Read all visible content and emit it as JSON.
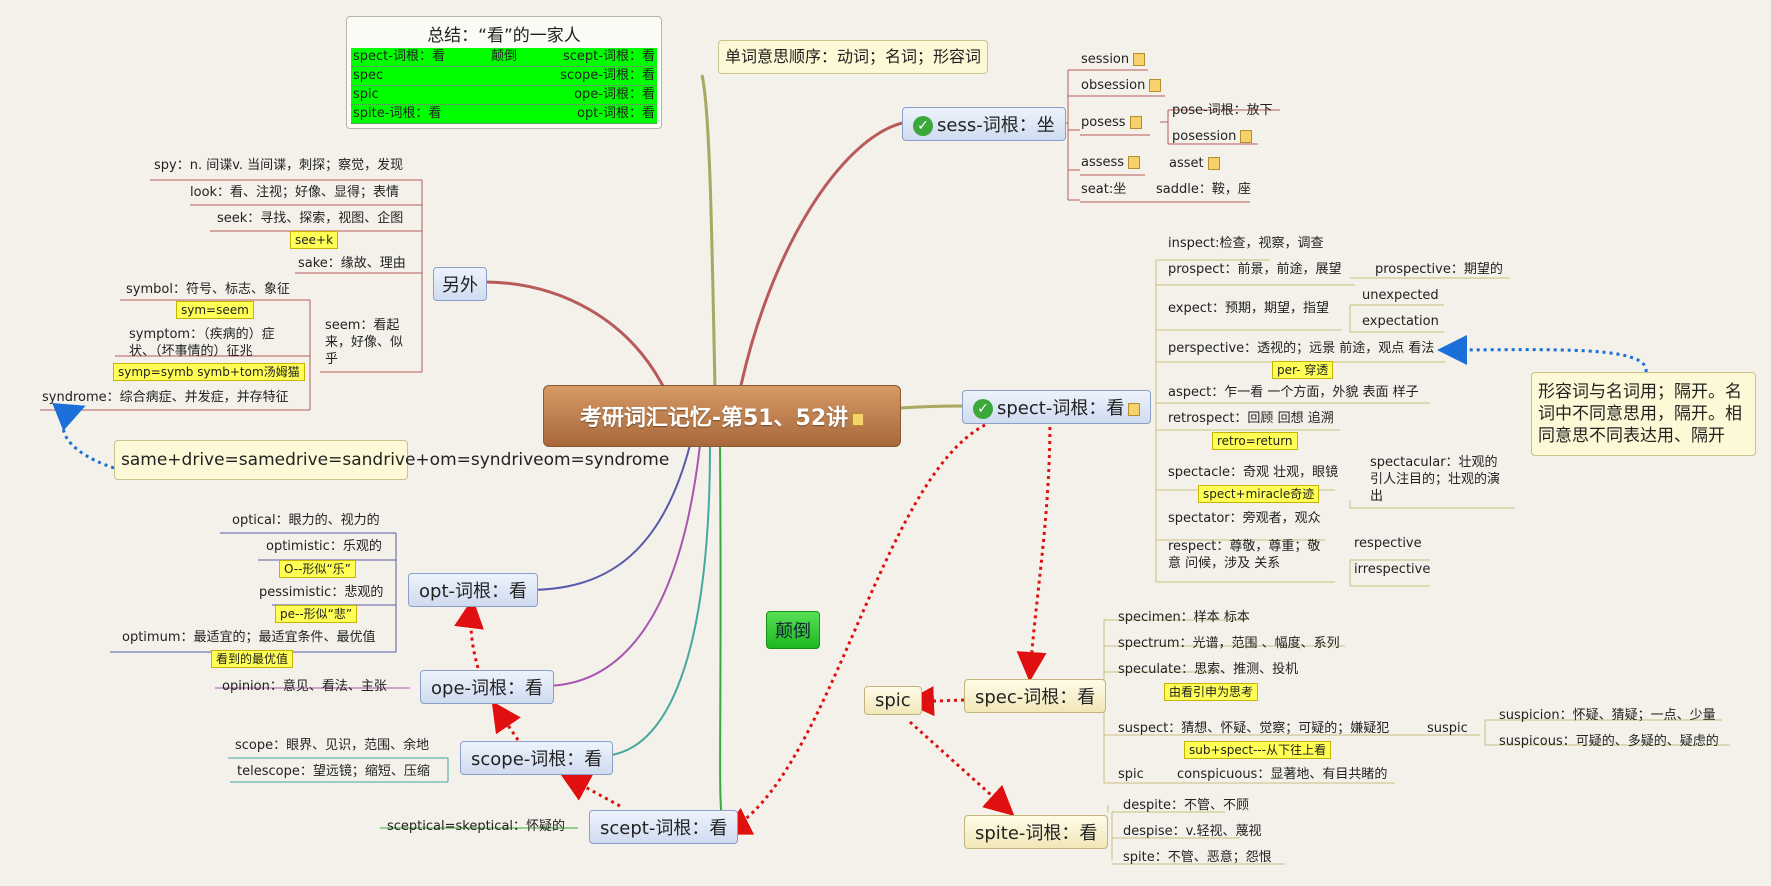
{
  "center": {
    "title": "考研词汇记忆-第51、52讲"
  },
  "summary": {
    "title": "总结：“看”的一家人",
    "rows": [
      {
        "left": "spect-词根：看",
        "mid": "颠倒",
        "right": "scept-词根：看"
      },
      {
        "left": "spec",
        "mid": "",
        "right": "scope-词根：看"
      },
      {
        "left": "spic",
        "mid": "",
        "right": "ope-词根：看"
      },
      {
        "left": "spite-词根：看",
        "mid": "",
        "right": "opt-词根：看"
      }
    ]
  },
  "order_note": "单词意思顺序：动词；名词；形容词",
  "sess": {
    "label": "sess-词根：坐",
    "children": {
      "session": "session",
      "obsession": "obsession",
      "posess": "posess",
      "pose_root": "pose-词根：放下",
      "posession": "posession",
      "assess": "assess",
      "asset": "asset",
      "seat": "seat:坐",
      "saddle": "saddle：鞍，座"
    }
  },
  "spect": {
    "label": "spect-词根：看",
    "children": {
      "inspect": "inspect:检查，视察，调查",
      "prospect": "prospect：前景，前途，展望",
      "prospective": "prospective：期望的",
      "expect": "expect：预期，期望，指望",
      "unexpected": "unexpected",
      "expectation": "expectation",
      "perspective": "perspective：透视的；远景 前途，观点 看法",
      "per_tag": "per- 穿透",
      "aspect": "aspect：乍一看 一个方面，外貌 表面 样子",
      "retrospect": "retrospect：回顾 回想 追溯",
      "retro_tag": "retro=return",
      "spectacle": "spectacle：奇观 壮观，眼镜",
      "spectacular": "spectacular：壮观的 引人注目的；壮观的演出",
      "spectacle_tag": "spect+miracle奇迹",
      "spectator": "spectator：旁观者，观众",
      "respect": "respect：尊敬，尊重；敬意 问候，涉及 关系",
      "respective": "respective",
      "irrespective": "irrespective"
    }
  },
  "adj_note": "形容词与名词用；隔开。名词中不同意思用，隔开。相同意思不同表达用、隔开",
  "spec": {
    "label": "spec-词根：看",
    "children": {
      "specimen": "specimen：样本 标本",
      "spectrum": "spectrum：光谱，范围 、幅度、系列",
      "speculate": "speculate：思索、推测、投机",
      "speculate_tag": "由看引申为思考",
      "suspect": "suspect：猜想、怀疑、觉察；可疑的；嫌疑犯",
      "suspic": "suspic",
      "suspicion": "suspicion：怀疑、猜疑；一点、少量",
      "suspicous": "suspicous：可疑的、多疑的、疑虑的",
      "suspect_tag": "sub+spect---从下往上看",
      "spic": "spic",
      "conspicuous": "conspicuous：显著地、有目共睹的"
    }
  },
  "spic_node": "spic",
  "spite": {
    "label": "spite-词根：看",
    "children": {
      "despite": "despite：不管、不顾",
      "despise": "despise：v.轻视、蔑视",
      "spite": "spite：不管、恶意；怨恨"
    }
  },
  "reverse": "颠倒",
  "other": {
    "label": "另外",
    "children": {
      "spy": "spy：n. 间谍v. 当间谍，刺探；察觉，发现",
      "look": "look：看、注视；好像、显得；表情",
      "seek": "seek：寻找、探索，视图、企图",
      "seek_tag": "see+k",
      "sake": "sake：缘故、理由",
      "seem": "seem：看起来，好像、似乎",
      "symbol": "symbol：符号、标志、象征",
      "symbol_tag": "sym=seem",
      "symptom": "symptom：（疾病的）症状、（坏事情的）征兆",
      "symptom_tag": "symp=symb  symb+tom汤姆猫",
      "syndrome": "syndrome：综合病症、并发症，并存特征"
    }
  },
  "syndrome_note": "same+drive=samedrive=sandrive+om=syndriveom=syndrome",
  "opt": {
    "label": "opt-词根：看",
    "children": {
      "optical": "optical：眼力的、视力的",
      "optimistic": "optimistic：乐观的",
      "optimistic_tag": "O--形似“乐”",
      "pessimistic": "pessimistic：悲观的",
      "pessimistic_tag": "pe--形似“悲”",
      "optimum": "optimum：最适宜的；最适宜条件、最优值",
      "optimum_tag": "看到的最优值"
    }
  },
  "ope": {
    "label": "ope-词根：看",
    "children": {
      "opinion": "opinion：意见、看法、主张"
    }
  },
  "scope": {
    "label": "scope-词根：看",
    "children": {
      "scope": "scope：眼界、见识，范围、余地",
      "telescope": "telescope：望远镜；缩短、压缩"
    }
  },
  "scept": {
    "label": "scept-词根：看",
    "children": {
      "sceptical": "sceptical=skeptical：怀疑的"
    }
  },
  "icons": {
    "check": "check-icon",
    "memo": "memo-icon"
  },
  "colors": {
    "center": "#b8784a",
    "branch_sess": "#b85a5a",
    "branch_spect": "#9a9a55",
    "relation": "#e01010",
    "note_arrow": "#1a6fd8"
  }
}
